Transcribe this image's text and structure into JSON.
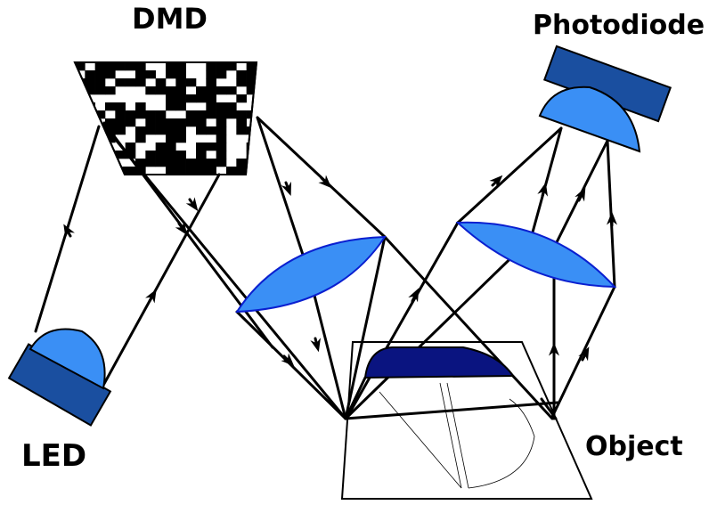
{
  "labels": {
    "dmd": "DMD",
    "photodiode": "Photodiode",
    "led": "LED",
    "object": "Object"
  },
  "colors": {
    "led_body": "#1a4fa0",
    "led_dome": "#3a8ff5",
    "lens_fill": "#3a8ff5",
    "lens_edge": "#0a1fd0",
    "photodiode_body": "#1a4fa0",
    "photodiode_dome": "#3a8ff5",
    "object_shape": "#0a1480",
    "dmd_black": "#000000",
    "dmd_white": "#ffffff",
    "rays": "#000000"
  },
  "icons": {
    "led": "led-icon",
    "dmd": "dmd-mirror-array",
    "photodiode": "photodiode-icon",
    "lens": "lens-icon"
  }
}
